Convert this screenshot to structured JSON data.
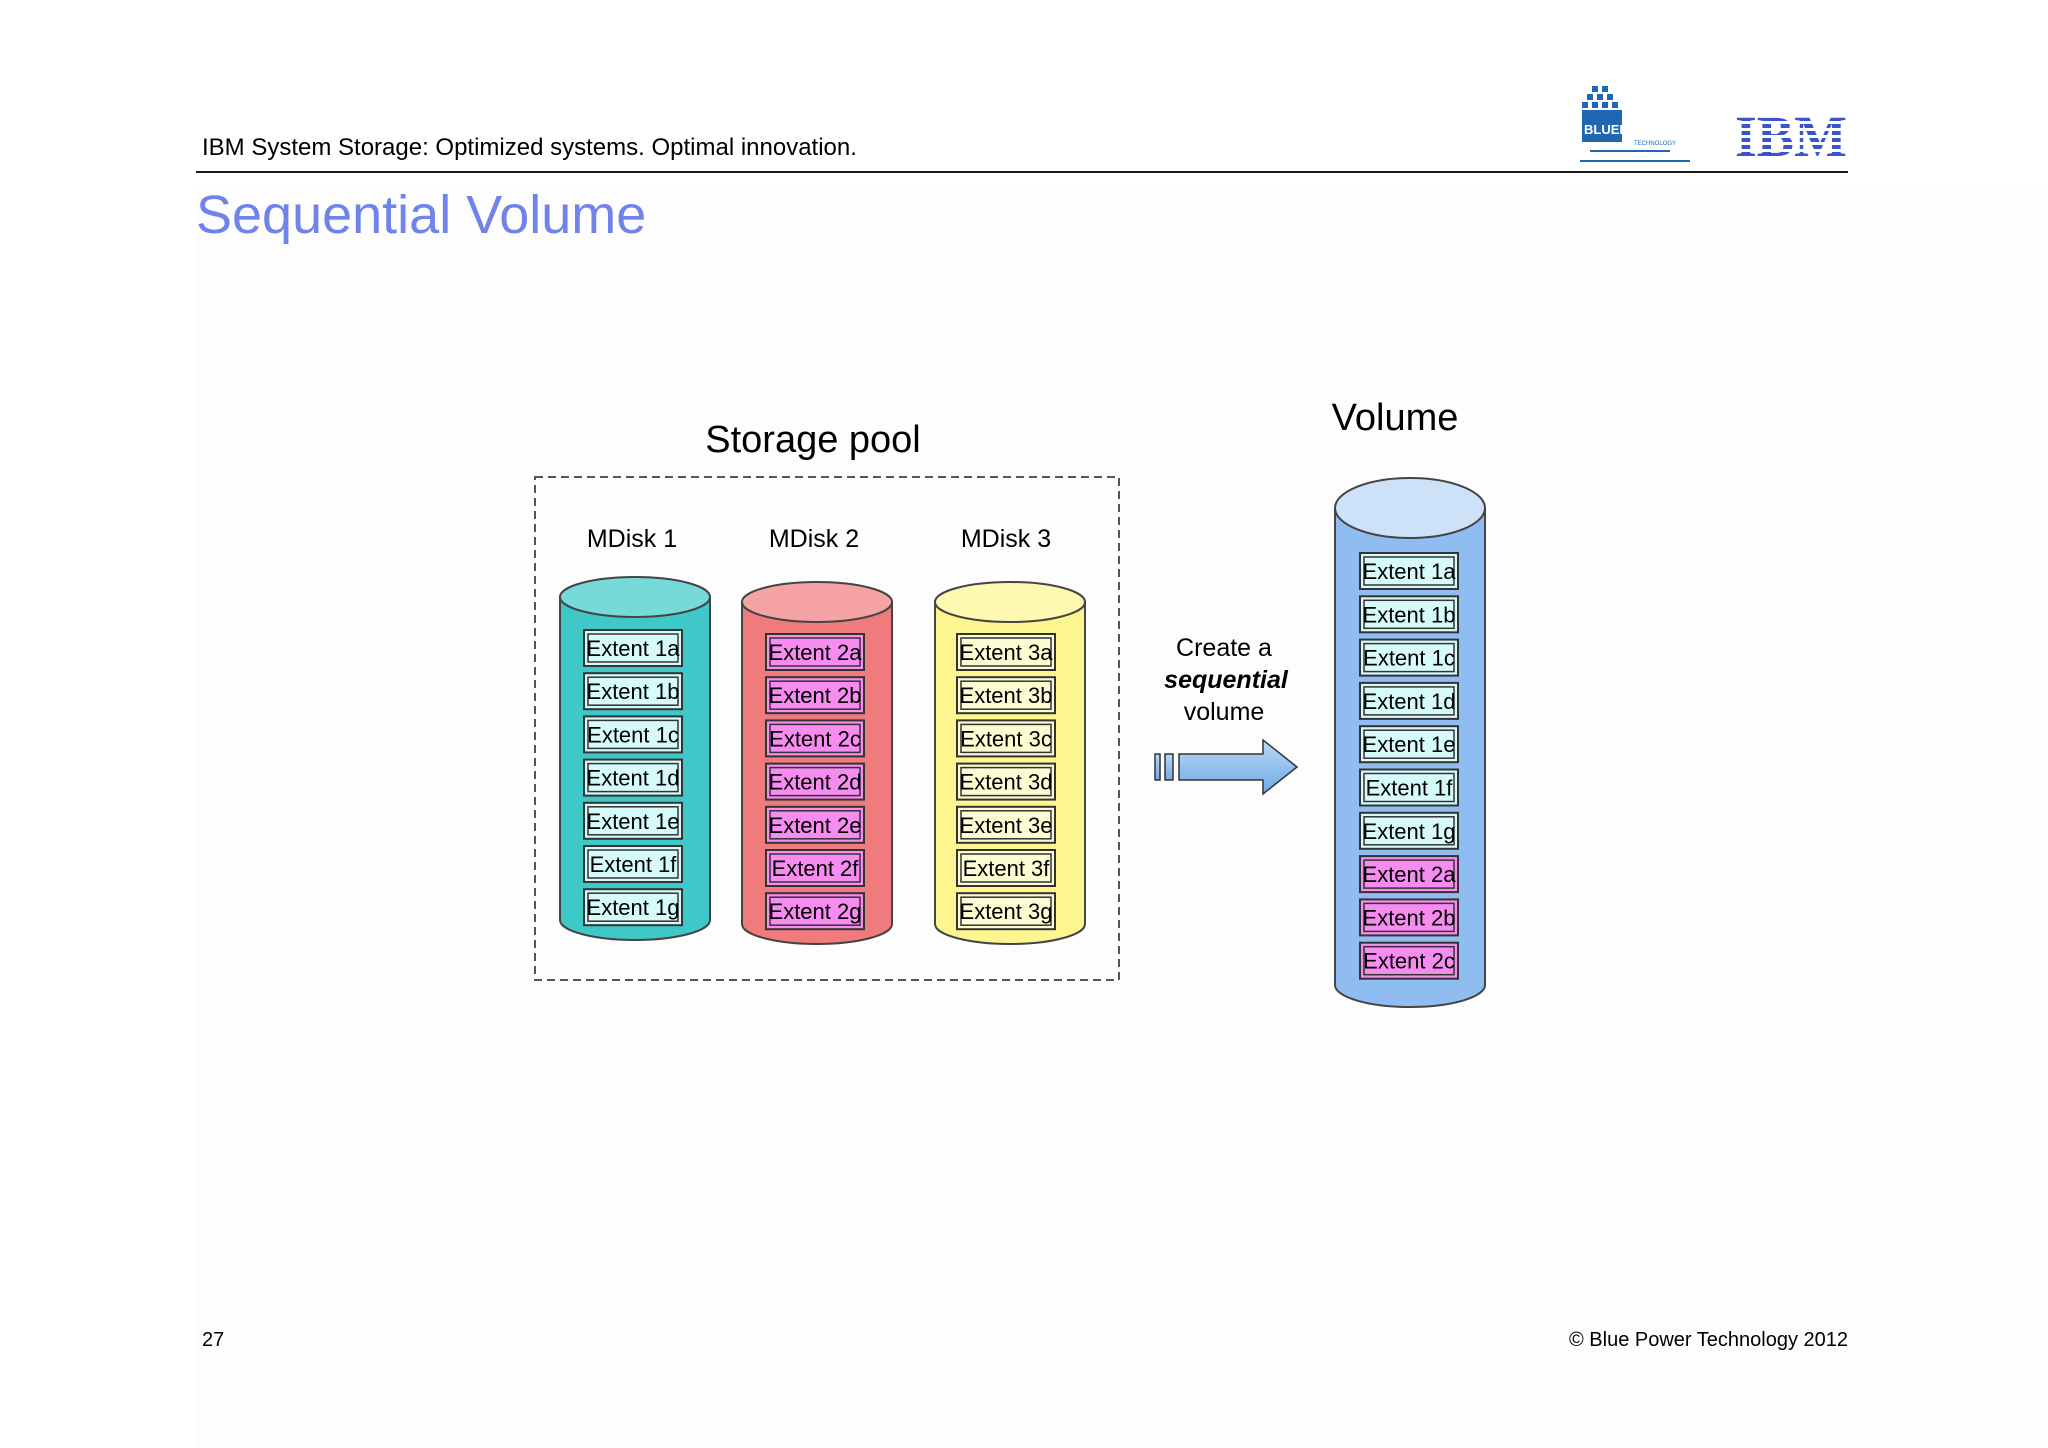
{
  "header": {
    "tagline": "IBM System Storage: Optimized systems. Optimal innovation.",
    "brand_logo": "BLUEPOWER",
    "brand_sub": "TECHNOLOGY",
    "ibm_logo": "IBM"
  },
  "slide": {
    "title": "Sequential Volume"
  },
  "diagram": {
    "pool_title": "Storage pool",
    "volume_title": "Volume",
    "action_text": [
      "Create a",
      "sequential",
      "volume"
    ],
    "mdisks": [
      {
        "label": "MDisk 1",
        "color": "#3ec9c8",
        "extents": [
          "Extent 1a",
          "Extent 1b",
          "Extent 1c",
          "Extent 1d",
          "Extent 1e",
          "Extent 1f",
          "Extent 1g"
        ]
      },
      {
        "label": "MDisk 2",
        "color": "#f07b7d",
        "extents": [
          "Extent 2a",
          "Extent 2b",
          "Extent 2c",
          "Extent 2d",
          "Extent 2e",
          "Extent 2f",
          "Extent 2g"
        ]
      },
      {
        "label": "MDisk 3",
        "color": "#fdf58f",
        "extents": [
          "Extent 3a",
          "Extent 3b",
          "Extent 3c",
          "Extent 3d",
          "Extent 3e",
          "Extent 3f",
          "Extent 3g"
        ]
      }
    ],
    "volume_color": "#8fbdf2",
    "volume_extents": [
      "Extent 1a",
      "Extent 1b",
      "Extent 1c",
      "Extent 1d",
      "Extent 1e",
      "Extent 1f",
      "Extent 1g",
      "Extent 2a",
      "Extent 2b",
      "Extent 2c"
    ]
  },
  "footer": {
    "page_number": "27",
    "copyright": "© Blue Power Technology 2012"
  }
}
